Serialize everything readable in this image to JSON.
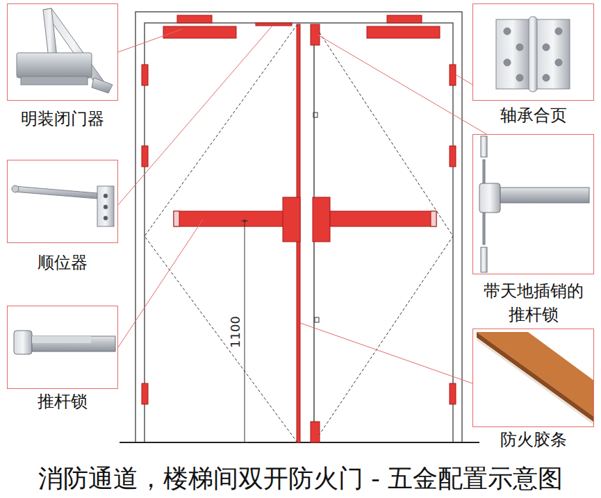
{
  "diagram": {
    "title": "消防通道，楼梯间双开防火门 - 五金配置示意图",
    "nodes": [
      {
        "text": [
          "明装闭门器"
        ]
      },
      {
        "text": [
          "顺位器"
        ]
      },
      {
        "text": [
          "推杆锁"
        ]
      },
      {
        "text": [
          "轴承合页"
        ]
      },
      {
        "text": [
          "带天地插销的 推杆锁"
        ]
      },
      {
        "text": [
          "防火胶条"
        ]
      }
    ],
    "labels": [
      "1100"
    ]
  }
}
